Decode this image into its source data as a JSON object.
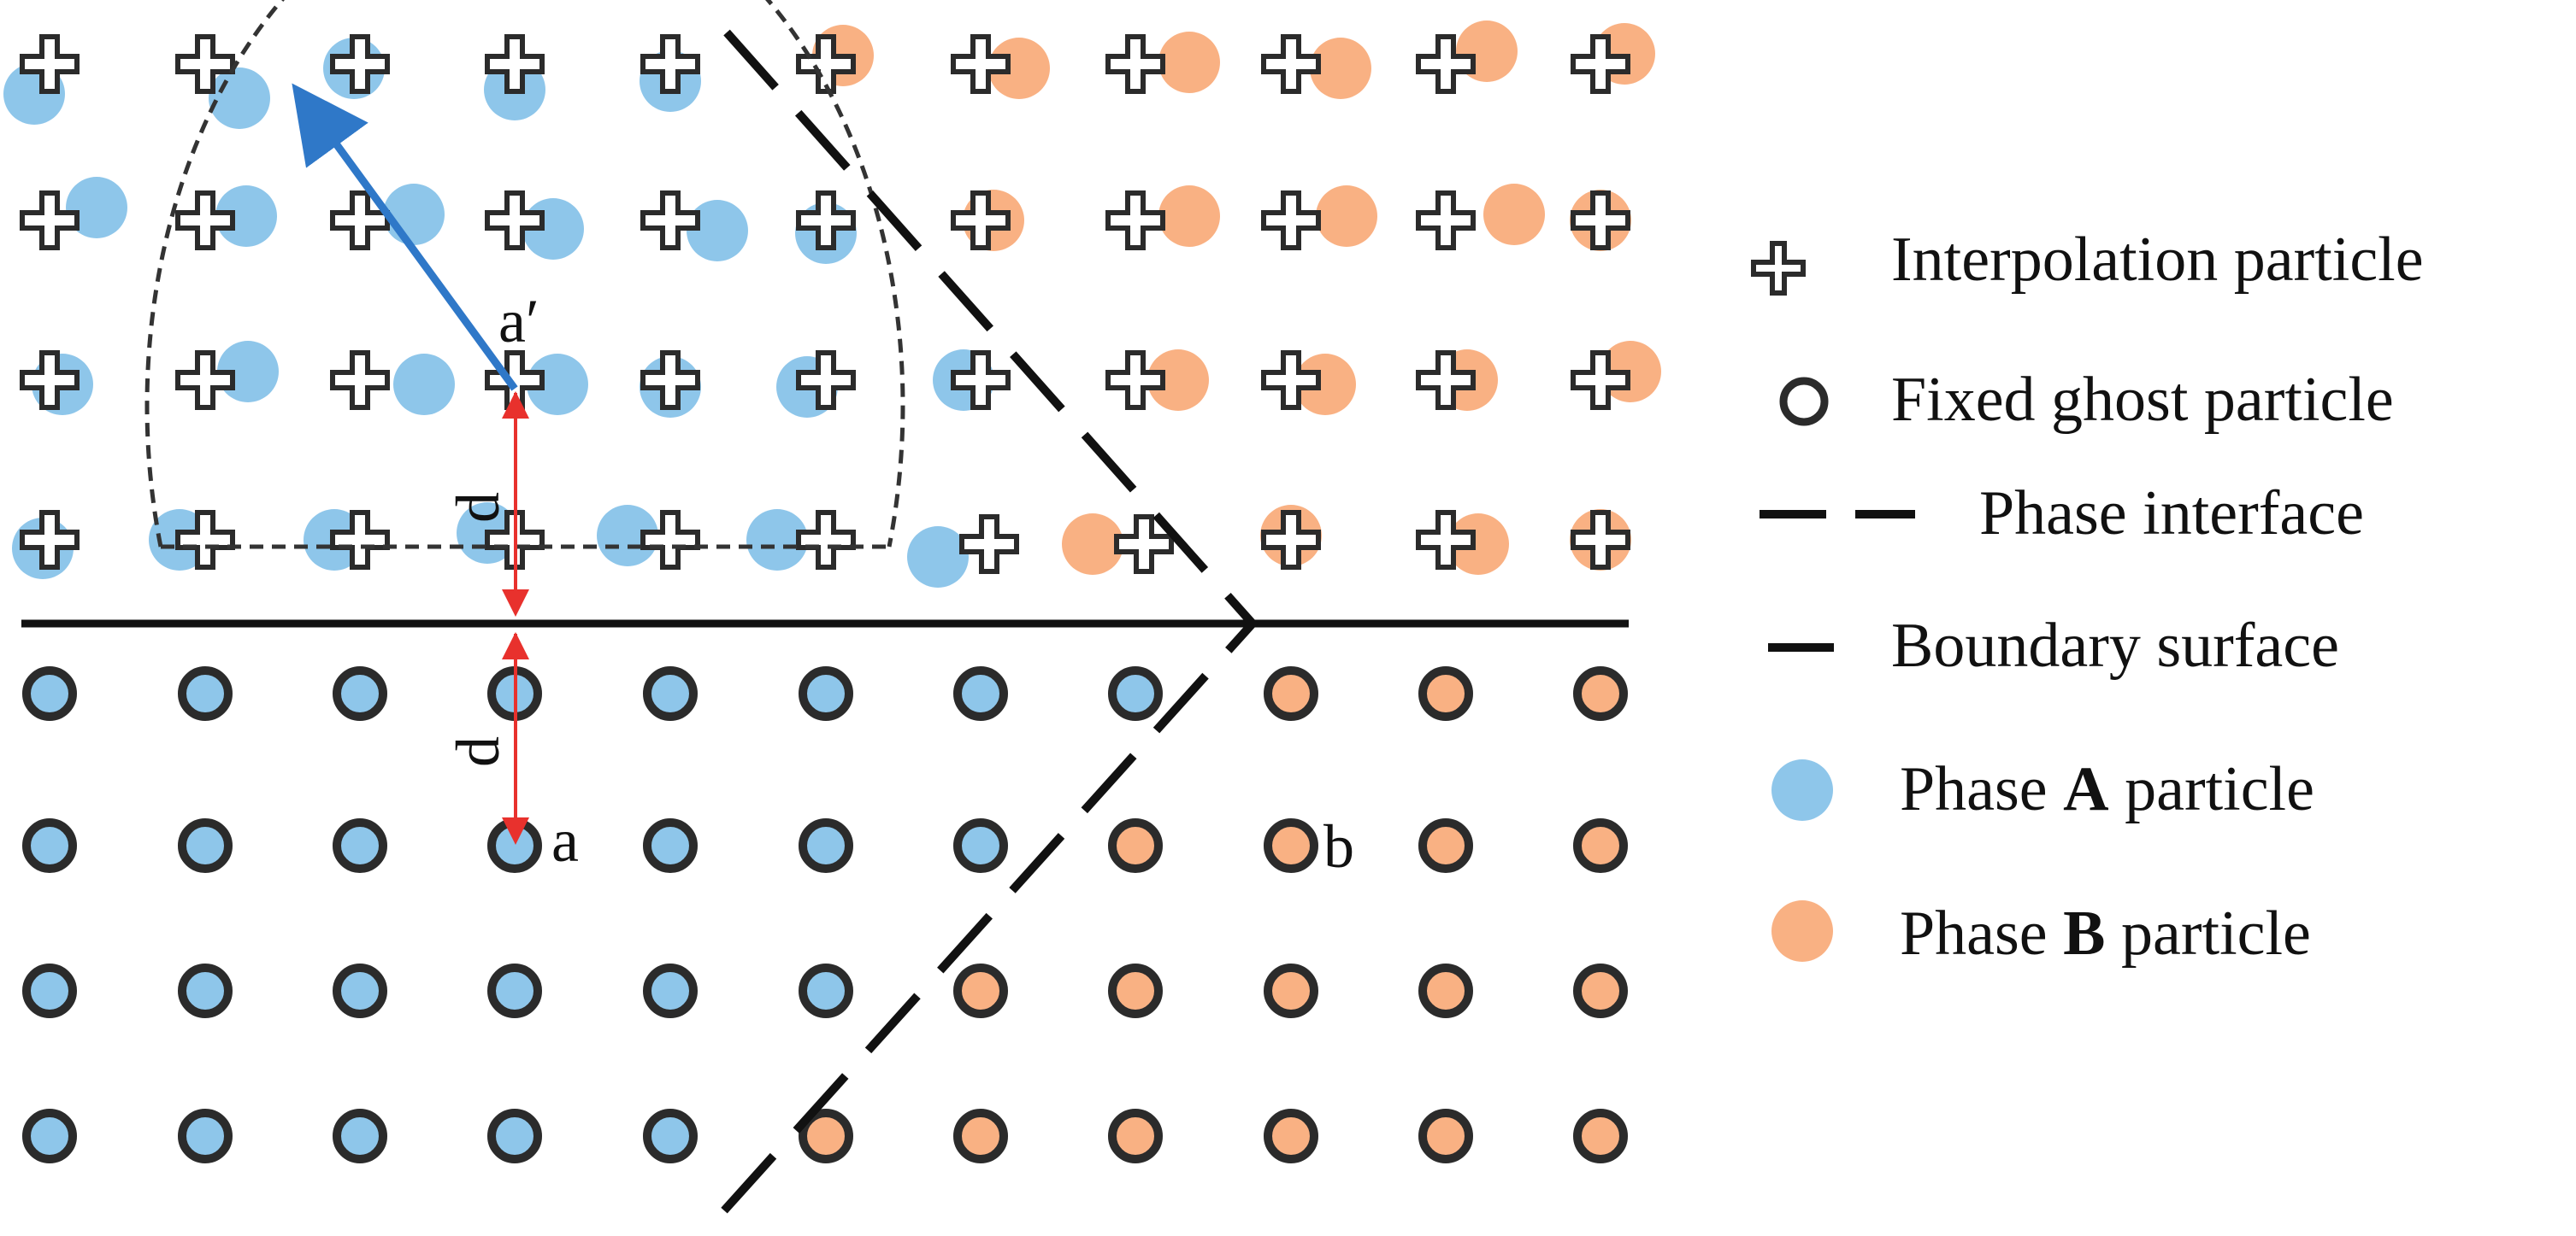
{
  "colors": {
    "phase_a": "#8EC6EA",
    "phase_b": "#F9B183",
    "ghost_outline": "#2b2b2b",
    "cross_outline": "#2b2b2b",
    "arrow_blue": "#2F78C8",
    "arrow_red": "#E8312D",
    "line": "#111111"
  },
  "labels": {
    "a_prime": "a′",
    "a": "a",
    "b": "b",
    "d_upper": "d",
    "d_lower": "d"
  },
  "legend": {
    "interpolation": "Interpolation particle",
    "ghost": "Fixed ghost particle",
    "interface": "Phase interface",
    "boundary": "Boundary surface",
    "phase_a_prefix": "Phase ",
    "phase_a_bold": "A",
    "phase_a_suffix": " particle",
    "phase_b_prefix": "Phase ",
    "phase_b_bold": "B",
    "phase_b_suffix": " particle"
  },
  "icons": {
    "interpolation": "plus-cross-icon",
    "ghost": "ring-icon",
    "interface": "dashed-line-icon",
    "boundary": "solid-line-icon",
    "phase_a": "blue-dot-icon",
    "phase_b": "orange-dot-icon"
  },
  "grid": {
    "columns": 11,
    "fluid_rows": 4,
    "ghost_rows": 4,
    "ghost_phases": [
      [
        "A",
        "A",
        "A",
        "A",
        "A",
        "A",
        "A",
        "A",
        "B",
        "B",
        "B"
      ],
      [
        "A",
        "A",
        "A",
        "A",
        "A",
        "A",
        "A",
        "B",
        "B",
        "B",
        "B"
      ],
      [
        "A",
        "A",
        "A",
        "A",
        "A",
        "A",
        "B",
        "B",
        "B",
        "B",
        "B"
      ],
      [
        "A",
        "A",
        "A",
        "A",
        "A",
        "B",
        "B",
        "B",
        "B",
        "B",
        "B"
      ]
    ]
  }
}
